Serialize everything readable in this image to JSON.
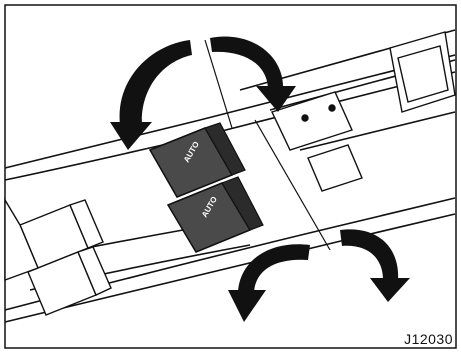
{
  "figure": {
    "code": "J12030",
    "switch_labels": [
      "AUTO",
      "AUTO"
    ]
  },
  "illustration": {
    "subject": "power window switch panel on door armrest",
    "arrows": [
      "up-left-curved-arrow",
      "down-right-curved-arrow",
      "down-left-curved-arrow",
      "down-right-curved-arrow"
    ]
  },
  "colors": {
    "ink": "#111111",
    "switch_fill": "#4a4a4a",
    "panel_fill": "#ffffff"
  }
}
